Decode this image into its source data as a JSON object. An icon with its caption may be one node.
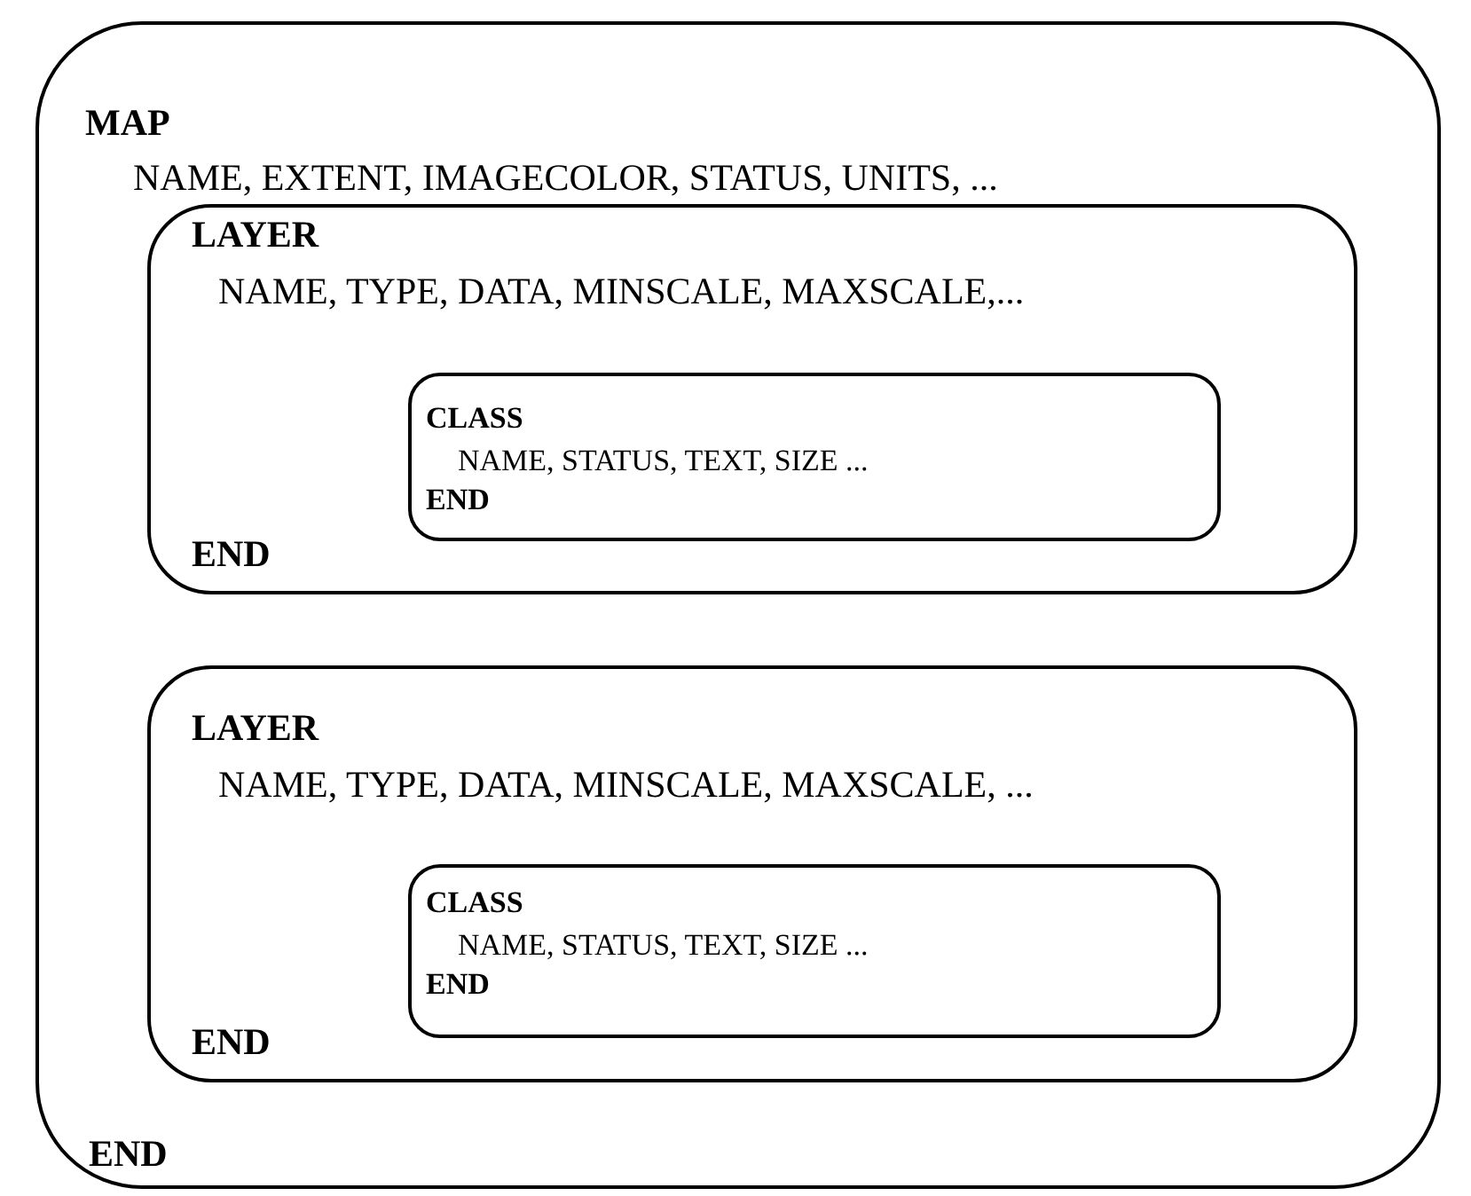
{
  "diagram": {
    "nodes": [
      {
        "text": [
          "MAP",
          "NAME, EXTENT, IMAGECOLOR, STATUS, UNITS, ...",
          "END"
        ]
      },
      {
        "text": [
          "LAYER",
          "NAME, TYPE, DATA, MINSCALE, MAXSCALE,...",
          "END"
        ],
        "in": 0
      },
      {
        "text": [
          "CLASS",
          "NAME, STATUS, TEXT, SIZE ...",
          "END"
        ],
        "in": 1
      },
      {
        "text": [
          "LAYER",
          "NAME, TYPE, DATA, MINSCALE, MAXSCALE, ...",
          "END"
        ],
        "in": 0
      },
      {
        "text": [
          "CLASS",
          "NAME, STATUS, TEXT, SIZE ...",
          "END"
        ],
        "in": 3
      }
    ]
  }
}
